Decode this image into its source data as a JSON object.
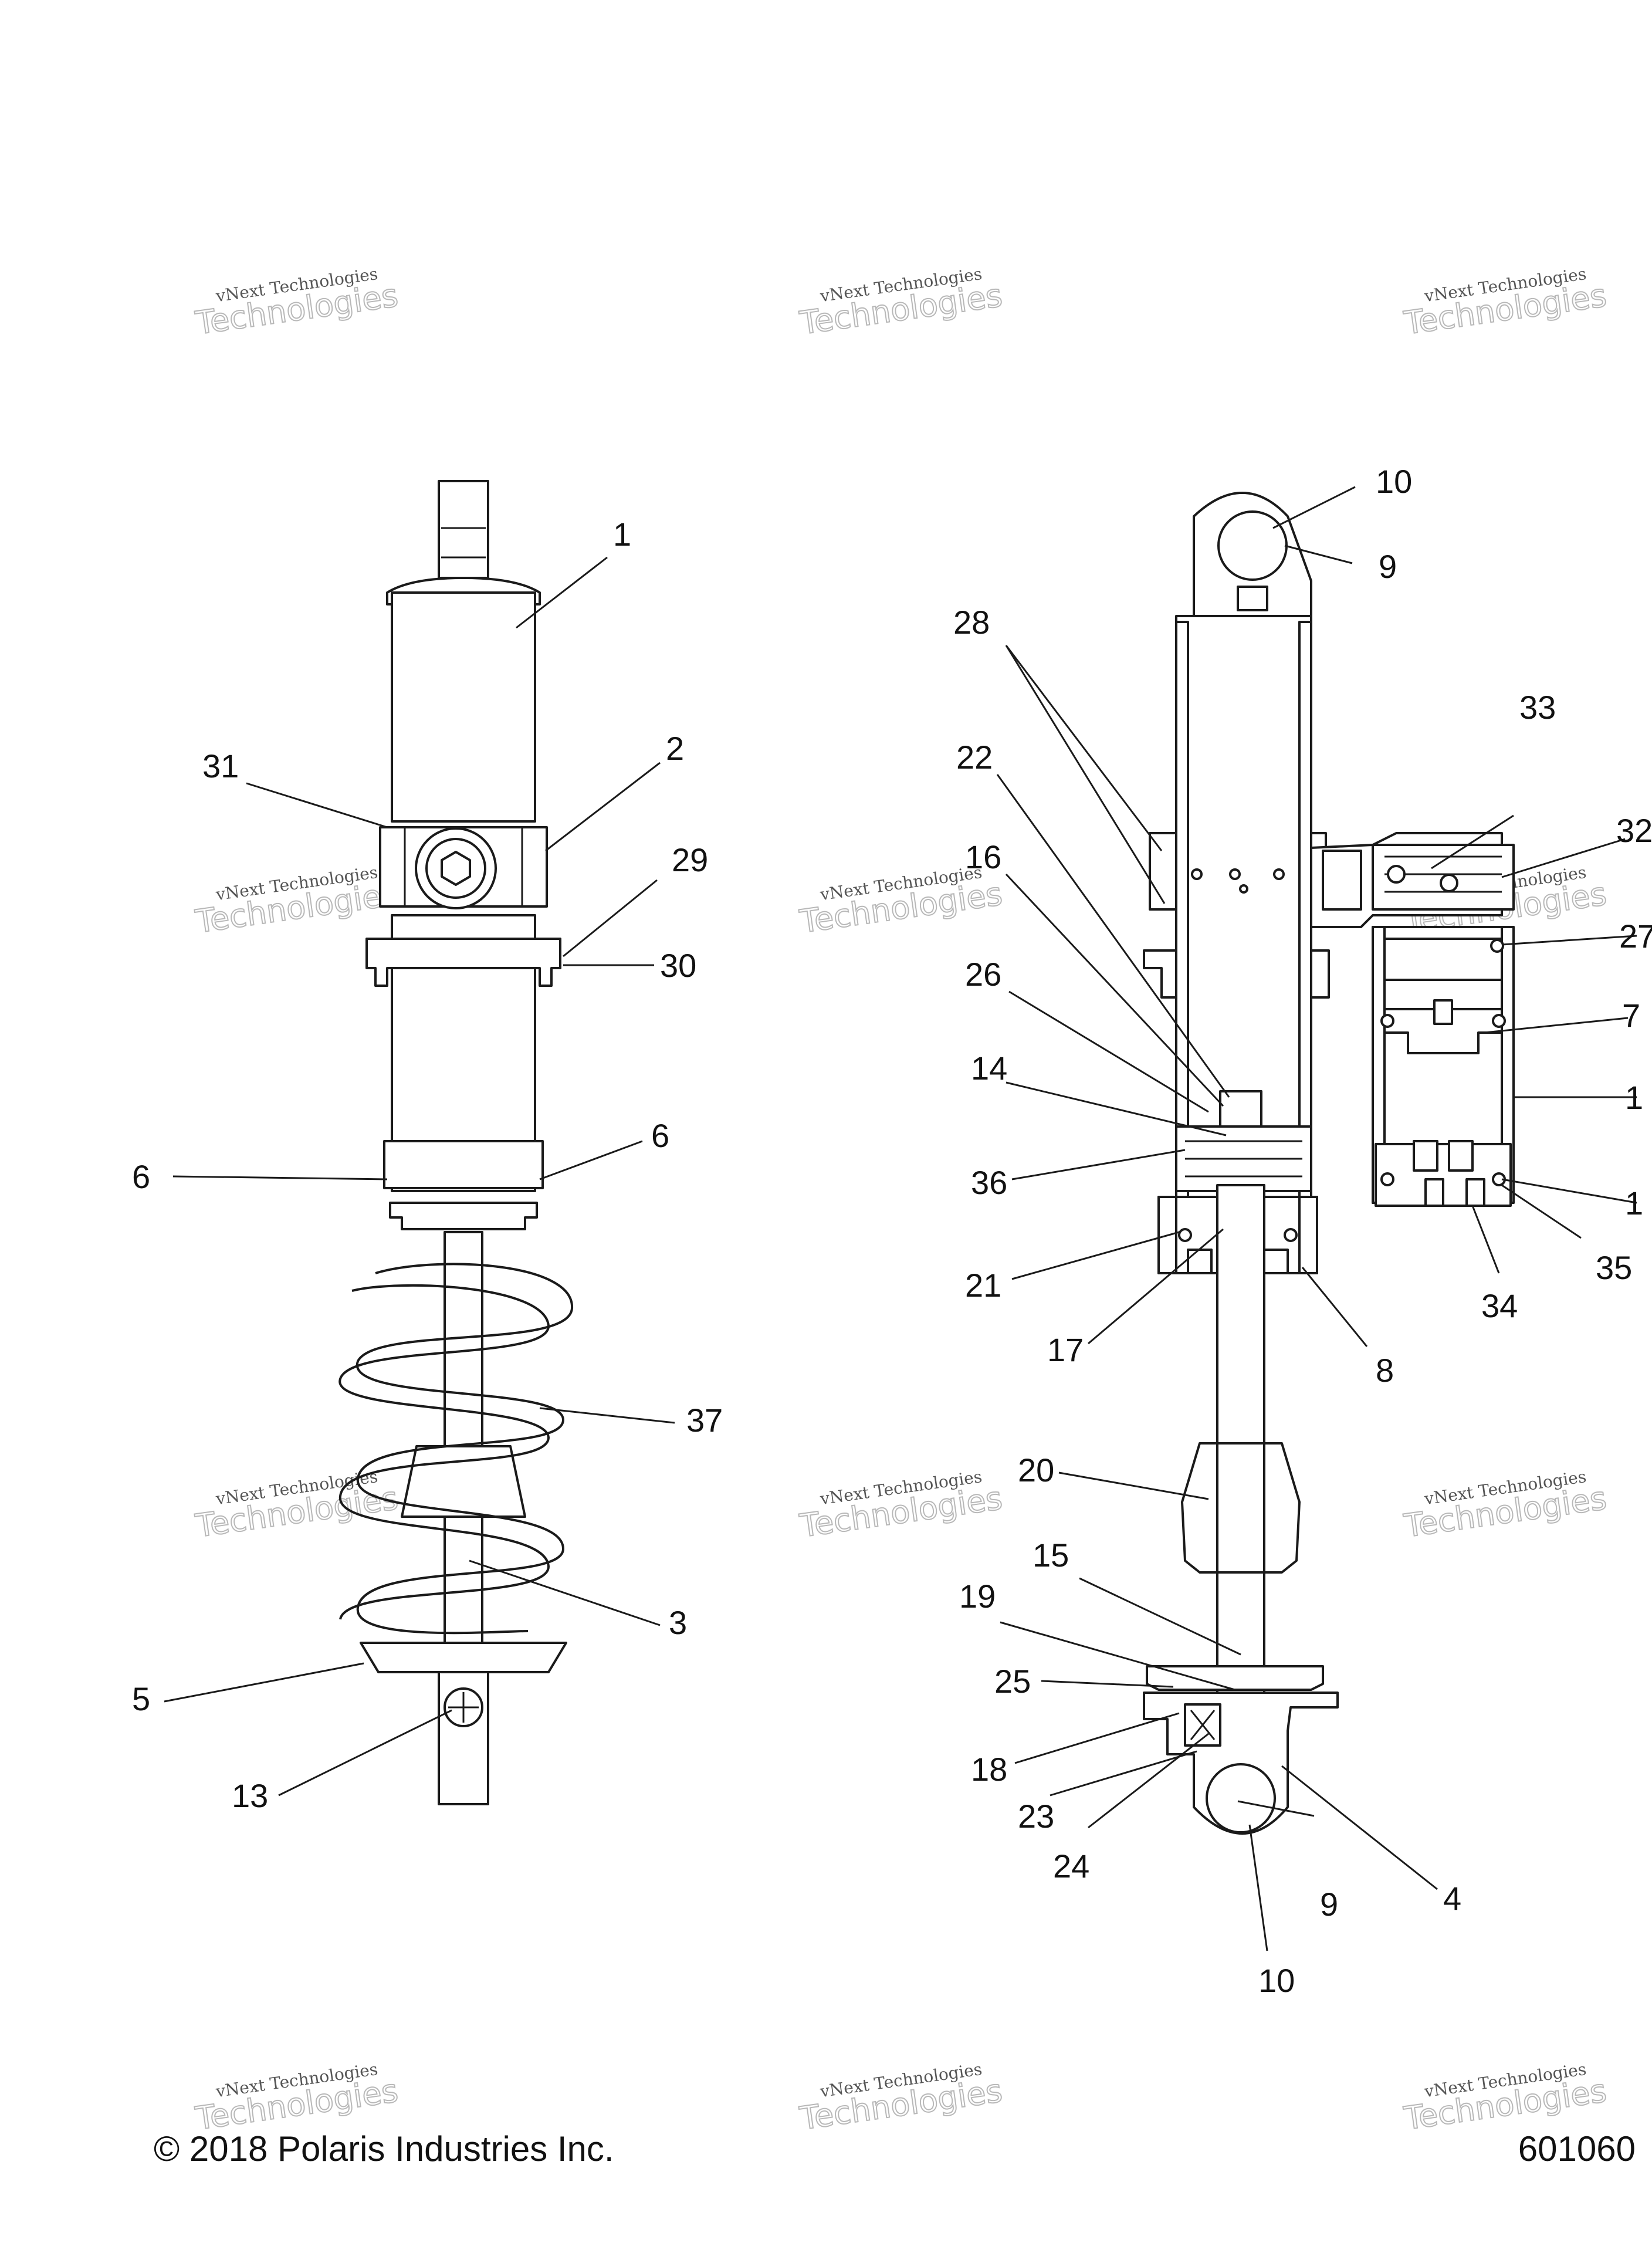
{
  "callouts": {
    "c1": "1",
    "c2": "2",
    "c3": "3",
    "c4": "4",
    "c5": "5",
    "c6": "6",
    "c7": "7",
    "c8": "8",
    "c9": "9",
    "c10": "10",
    "c11": "1",
    "c12": "1",
    "c13": "13",
    "c14": "14",
    "c15": "15",
    "c16": "16",
    "c17": "17",
    "c18": "18",
    "c19": "19",
    "c20": "20",
    "c21": "21",
    "c22": "22",
    "c23": "23",
    "c24": "24",
    "c25": "25",
    "c26": "26",
    "c27": "27",
    "c28": "28",
    "c29": "29",
    "c30": "30",
    "c31": "31",
    "c32": "32",
    "c33": "33",
    "c34": "34",
    "c35": "35",
    "c36": "36",
    "c37": "37"
  },
  "watermark": {
    "line1": "vNext Technologies",
    "line2": "Technologies"
  },
  "footer": {
    "copyright": "© 2018 Polaris Industries Inc.",
    "figure_number": "601060"
  }
}
